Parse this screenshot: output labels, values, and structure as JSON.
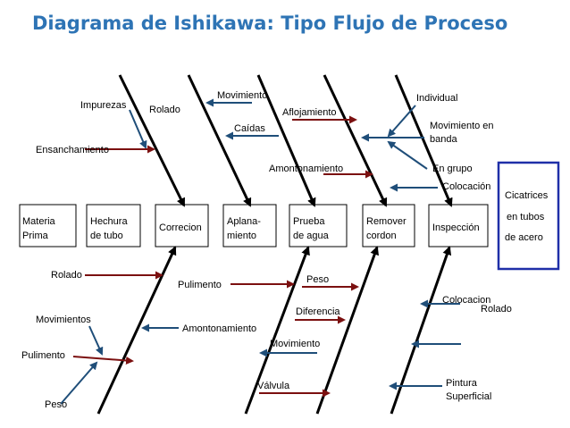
{
  "title": "Diagrama de Ishikawa: Tipo Flujo de Proceso",
  "colors": {
    "title": "#2E74B5",
    "blue_arrow": "#1F4E79",
    "red_arrow": "#7B1010",
    "effect_border": "#1F2FA8"
  },
  "process": {
    "steps": [
      {
        "line1": "Materia",
        "line2": "Prima"
      },
      {
        "line1": "Hechura",
        "line2": "de tubo"
      },
      {
        "line1": "Correcion",
        "line2": ""
      },
      {
        "line1": "Aplana-",
        "line2": "miento"
      },
      {
        "line1": "Prueba",
        "line2": "de agua"
      },
      {
        "line1": "Remover",
        "line2": "cordon"
      },
      {
        "line1": "Inspección",
        "line2": ""
      }
    ],
    "effect": {
      "line1": "Cicatrices",
      "line2": "en tubos",
      "line3": "de acero"
    }
  },
  "causes": {
    "impurezas": "Impurezas",
    "rolado_top": "Rolado",
    "ensanchamiento": "Ensanchamiento",
    "movimiento_top": "Movimiento",
    "caidas": "Caídas",
    "aflojamiento": "Aflojamiento",
    "amontonamiento_top": "Amontonamiento",
    "individual": "Individual",
    "movimiento_en_banda_1": "Movimiento en",
    "movimiento_en_banda_2": "banda",
    "en_grupo": "En grupo",
    "colocacion_top": "Colocación",
    "rolado_bottom": "Rolado",
    "movimientos": "Movimientos",
    "pulimento_left": "Pulimento",
    "peso_left": "Peso",
    "pulimento_mid": "Pulimento",
    "amontonamiento_bottom": "Amontonamiento",
    "peso_mid": "Peso",
    "diferencia": "Diferencia",
    "movimiento_bottom": "Movimiento",
    "valvula": "Válvula",
    "colocacion_bottom": "Colocacion",
    "rolado_right": "Rolado",
    "pintura_1": "Pintura",
    "pintura_2": "Superficial"
  }
}
